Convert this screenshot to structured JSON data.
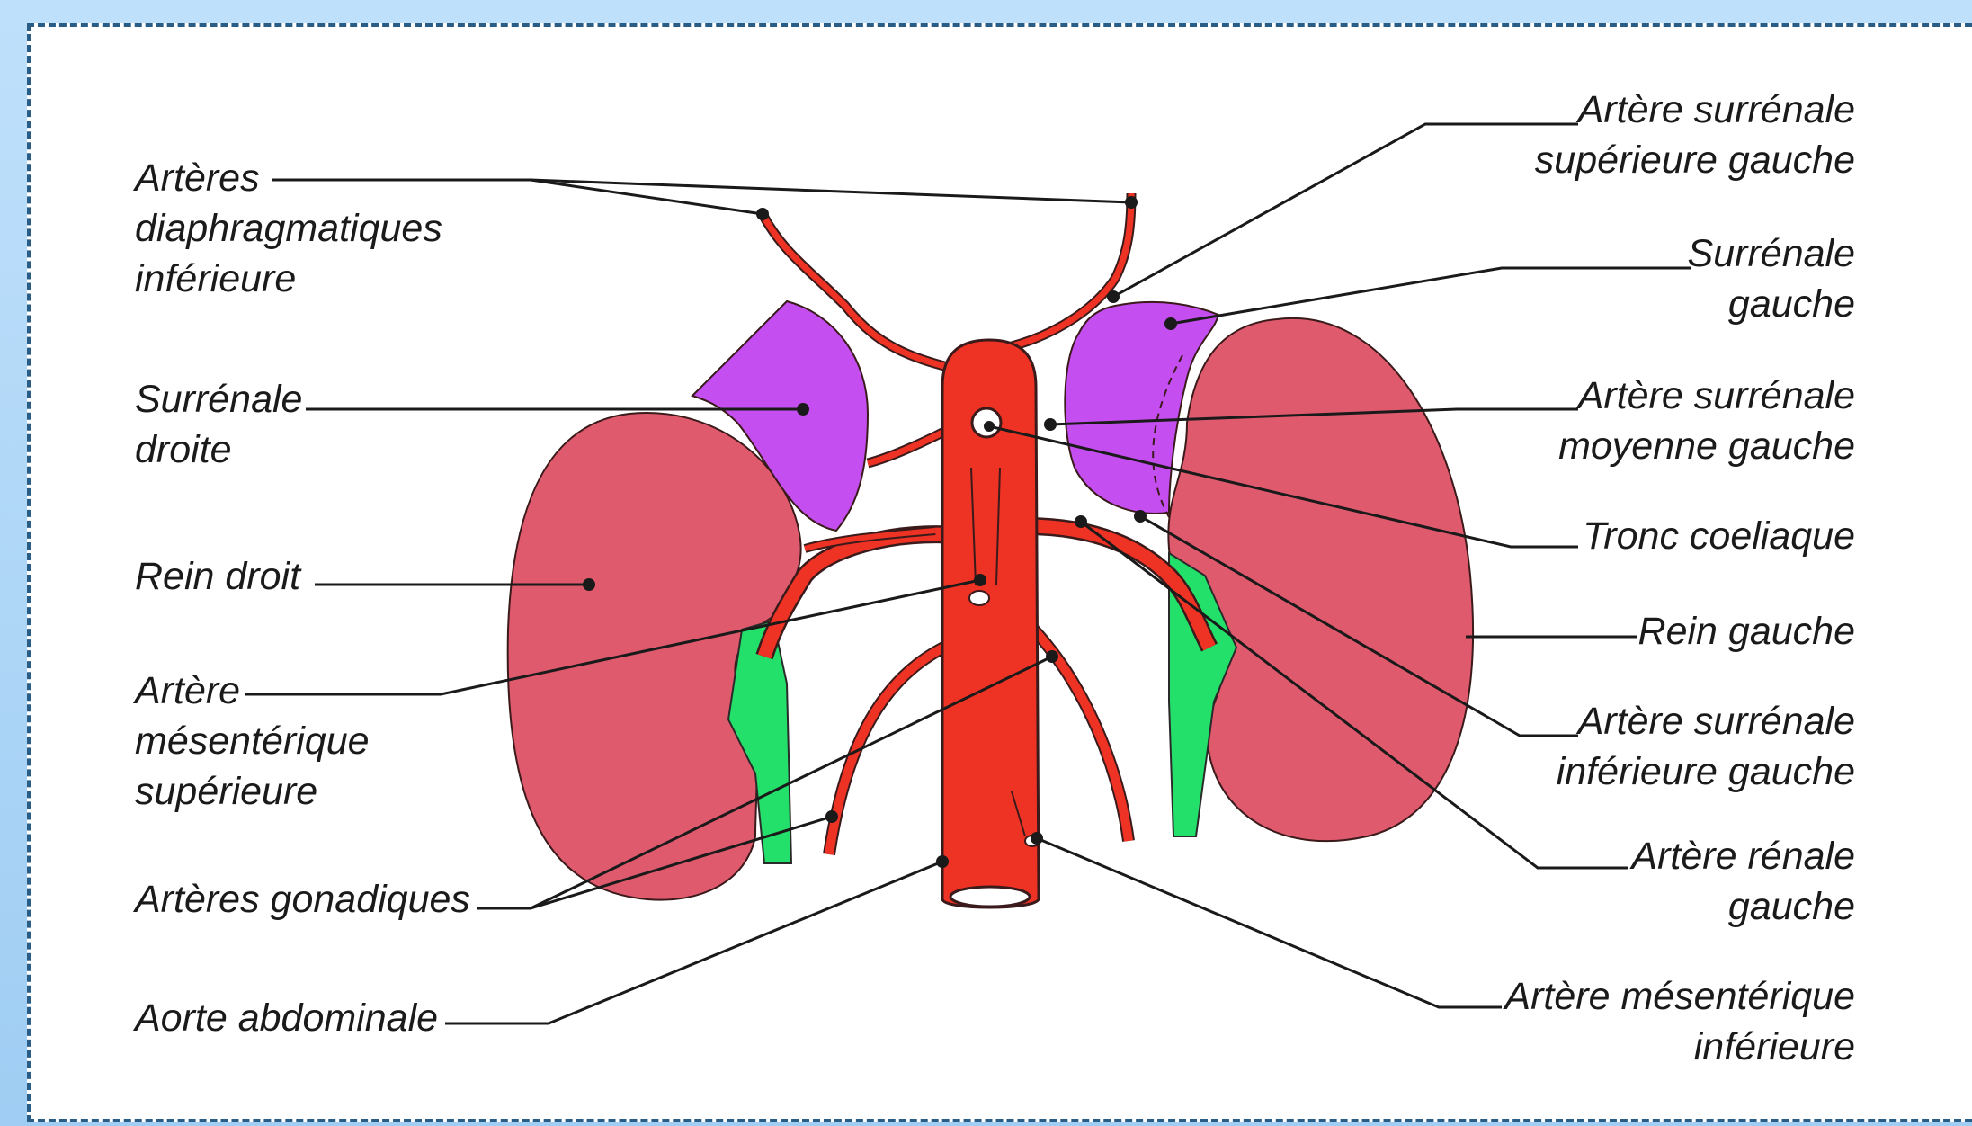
{
  "labels_left": {
    "diaphragmatic": [
      "Artères",
      "diaphragmatiques",
      "inférieure"
    ],
    "right_adrenal": [
      "Surrénale",
      "droite"
    ],
    "right_kidney": [
      "Rein droit"
    ],
    "superior_mesenteric": [
      "Artère",
      "mésentérique",
      "supérieure"
    ],
    "gonadal": [
      "Artères gonadiques"
    ],
    "abdominal_aorta": [
      "Aorte abdominale"
    ]
  },
  "labels_right": {
    "sup_adrenal_artery": [
      "Artère surrénale",
      "supérieure gauche"
    ],
    "left_adrenal": [
      "Surrénale",
      "gauche"
    ],
    "mid_adrenal_artery": [
      "Artère surrénale",
      "moyenne gauche"
    ],
    "celiac_trunk": [
      "Tronc coeliaque"
    ],
    "left_kidney": [
      "Rein gauche"
    ],
    "inf_adrenal_artery": [
      "Artère surrénale",
      "inférieure gauche"
    ],
    "renal_artery": [
      "Artère rénale",
      "gauche"
    ],
    "inferior_mesenteric": [
      "Artère mésentérique",
      "inférieure"
    ]
  },
  "colors": {
    "kidney": "#e05a6e",
    "adrenal": "#c54ef0",
    "artery": "#ee3325",
    "ureter": "#22e06a",
    "frame": "#2a5d86",
    "background": "#a9d3f5"
  }
}
